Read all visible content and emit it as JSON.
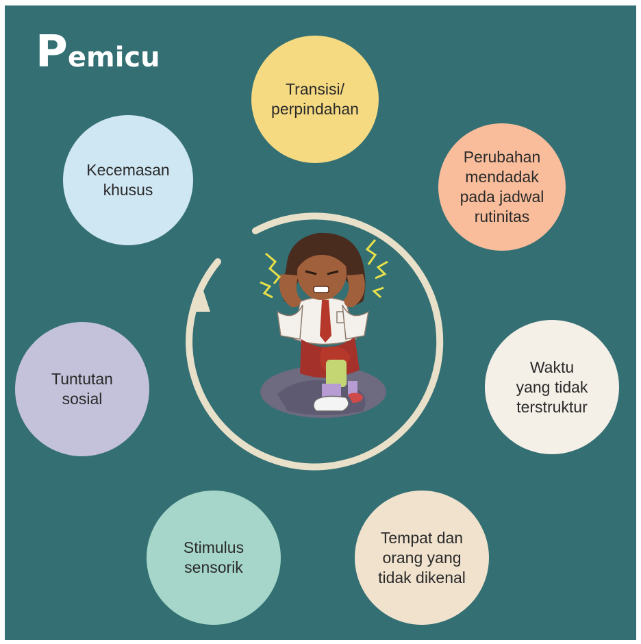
{
  "title": {
    "first_letter": "P",
    "rest": "emicu"
  },
  "triggers": [
    {
      "label": "Transisi/\nperpindahan",
      "color": "#f5da82"
    },
    {
      "label": "Perubahan\nmendadak\npada jadwal\nrutinitas",
      "color": "#f9bd9b"
    },
    {
      "label": "Waktu\nyang tidak\nterstruktur",
      "color": "#f4efe7"
    },
    {
      "label": "Tempat dan\norang yang\ntidak dikenal",
      "color": "#f0e2cd"
    },
    {
      "label": "Stimulus\nsensorik",
      "color": "#a5d6c9"
    },
    {
      "label": "Tuntutan\nsosial",
      "color": "#c4c2da"
    },
    {
      "label": "Kecemasan\nkhusus",
      "color": "#cfe6f3"
    }
  ],
  "cycle_color": "#e9e0c9",
  "illustration": "child-covering-ears-illustration"
}
